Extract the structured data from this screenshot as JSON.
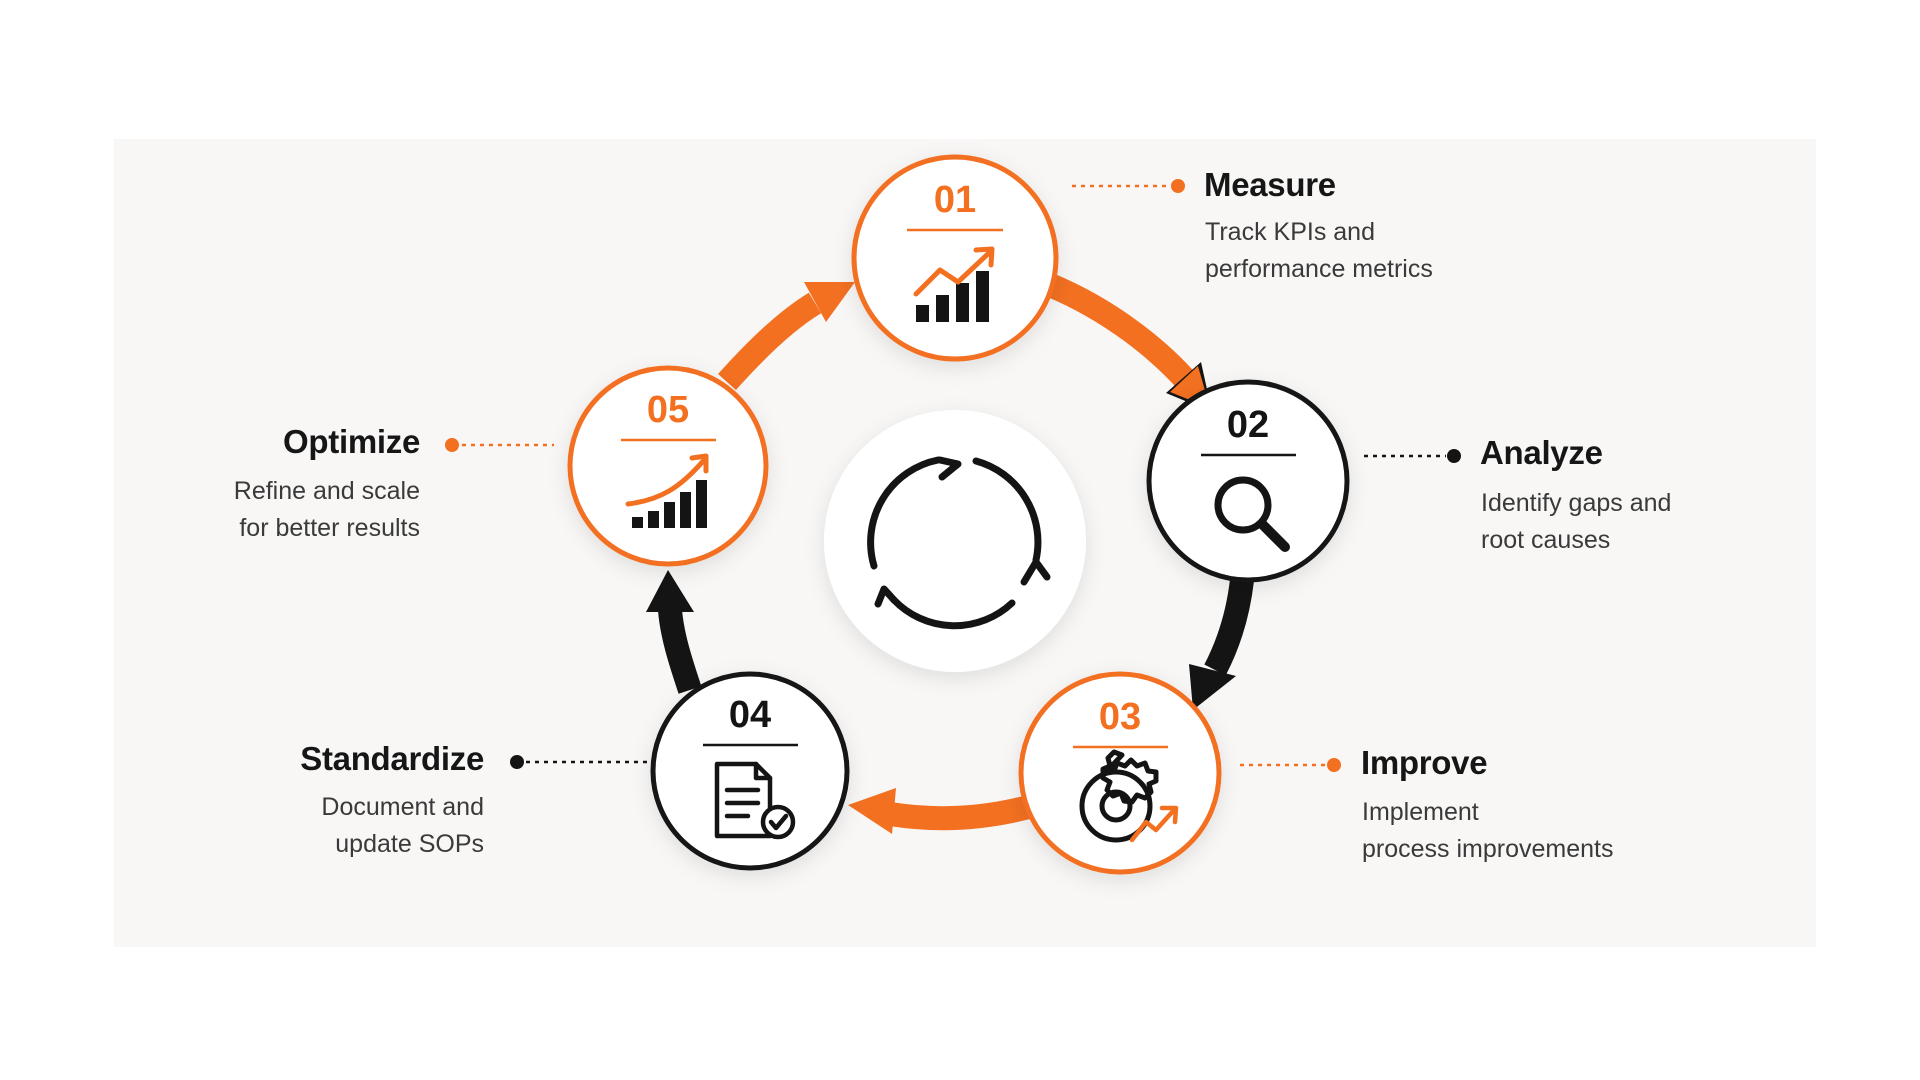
{
  "colors": {
    "accent": "#f37021",
    "dark": "#141414",
    "panel": "#f8f7f6"
  },
  "center": {
    "icon": "refresh-cycle-icon"
  },
  "steps": [
    {
      "number": "01",
      "title": "Measure",
      "desc_line1": "Track KPIs and",
      "desc_line2": "performance metrics",
      "icon": "bar-chart-trend-up-icon",
      "color": "orange"
    },
    {
      "number": "02",
      "title": "Analyze",
      "desc_line1": "Identify gaps and",
      "desc_line2": "root causes",
      "icon": "magnifier-icon",
      "color": "dark"
    },
    {
      "number": "03",
      "title": "Improve",
      "desc_line1": "Implement",
      "desc_line2": "process improvements",
      "icon": "gear-trend-icon",
      "color": "orange"
    },
    {
      "number": "04",
      "title": "Standardize",
      "desc_line1": "Document and",
      "desc_line2": "update SOPs",
      "icon": "document-check-icon",
      "color": "dark"
    },
    {
      "number": "05",
      "title": "Optimize",
      "desc_line1": "Refine and scale",
      "desc_line2": "for better results",
      "icon": "growth-chart-icon",
      "color": "orange"
    }
  ]
}
